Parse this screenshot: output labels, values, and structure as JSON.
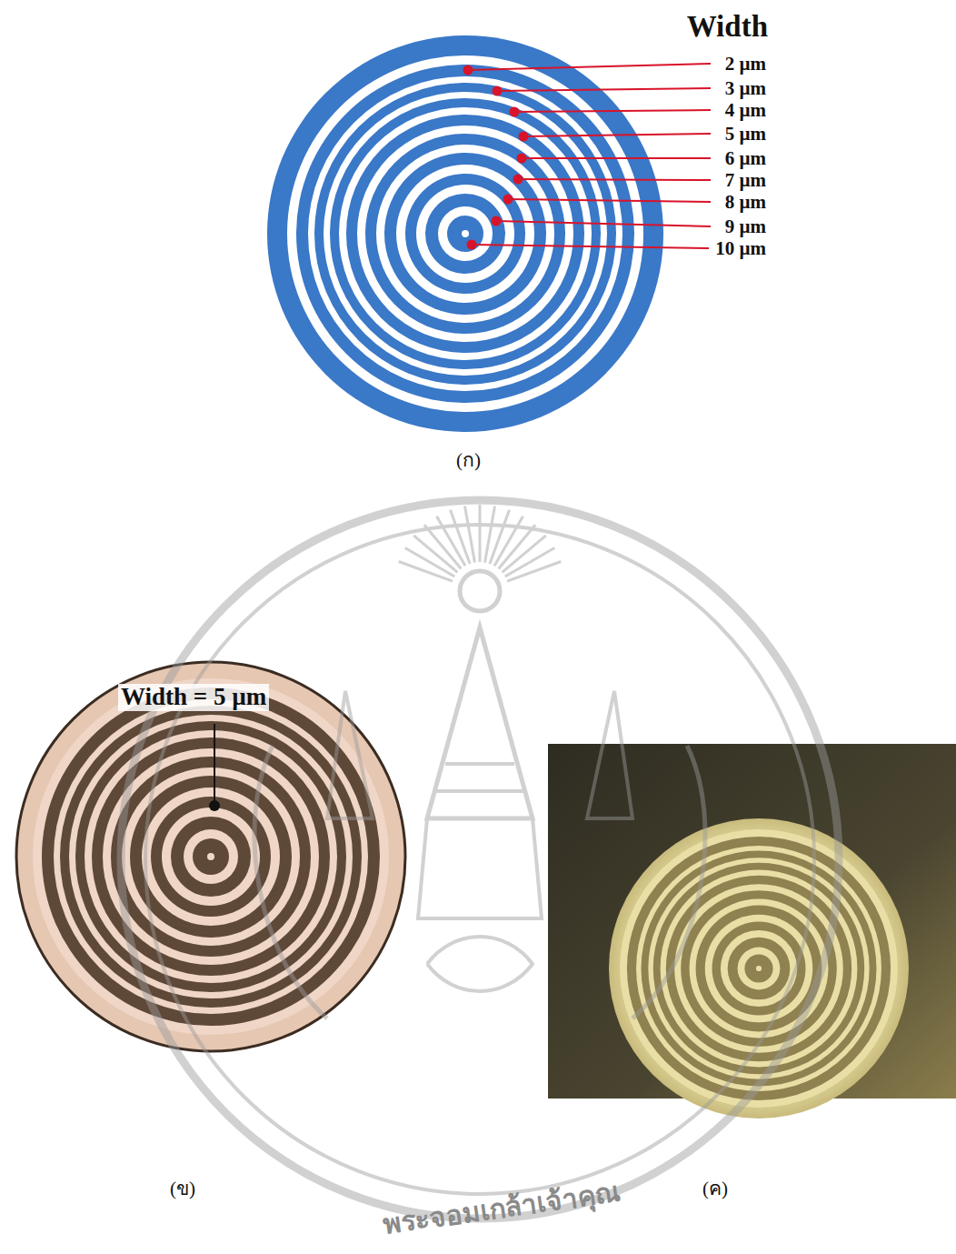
{
  "diagram": {
    "labels": [
      "Width",
      "2 µm",
      "3 µm",
      "4 µm",
      "5 µm",
      "6 µm",
      "7 µm",
      "8 µm",
      "9 µm",
      "10 µm",
      "(ก)",
      "Width = 5 µm",
      "(ข)",
      "(ค)",
      "พระจอมเกล้าเจ้าคุณ"
    ]
  }
}
